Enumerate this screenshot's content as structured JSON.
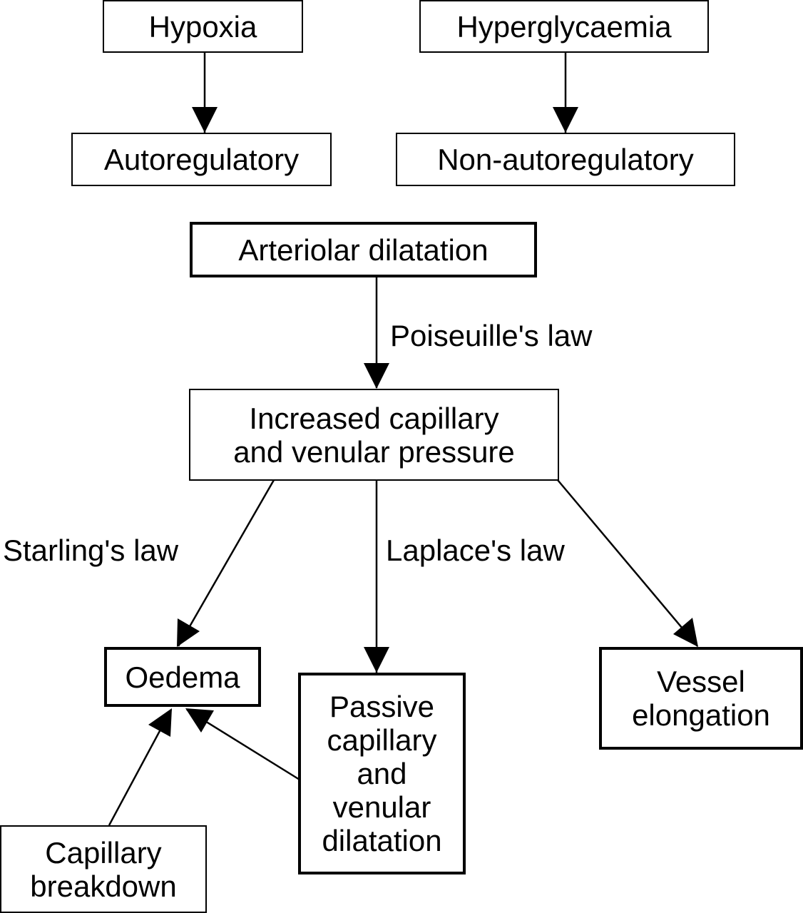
{
  "nodes": {
    "hypoxia": "Hypoxia",
    "hyperglycaemia": "Hyperglycaemia",
    "autoregulatory": "Autoregulatory",
    "non_autoregulatory": "Non-autoregulatory",
    "arteriolar_dilatation": "Arteriolar dilatation",
    "increased_pressure": "Increased capillary\nand venular pressure",
    "oedema": "Oedema",
    "passive_dilatation": "Passive\ncapillary\nand\nvenular\ndilatation",
    "vessel_elongation": "Vessel\nelongation",
    "capillary_breakdown": "Capillary\nbreakdown"
  },
  "edge_labels": {
    "poiseuille": "Poiseuille's law",
    "starling": "Starling's law",
    "laplace": "Laplace's law"
  }
}
